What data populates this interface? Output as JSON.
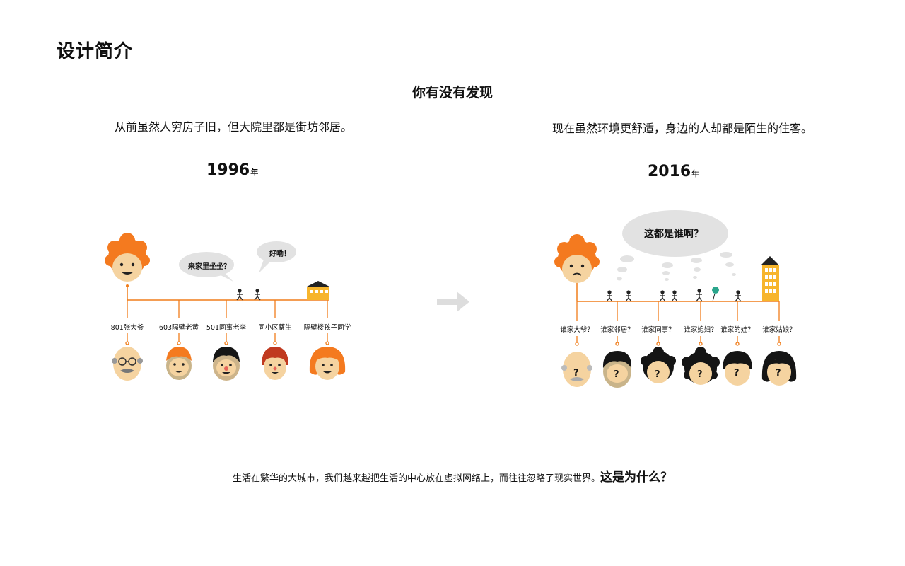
{
  "page_title": "设计简介",
  "heading": "你有没有发现",
  "left": {
    "intro": "从前虽然人穷房子旧，但大院里都是街坊邻居。",
    "year": "1996",
    "year_suffix": "年",
    "bubble_1": "来家里坐坐？",
    "bubble_2": "好嘞！",
    "labels": [
      "801张大爷",
      "603隔壁老黄",
      "501同事老李",
      "同小区蔡生",
      "隔壁楼孩子同学"
    ]
  },
  "right": {
    "intro": "现在虽然环境更舒适，身边的人却都是陌生的住客。",
    "year": "2016",
    "year_suffix": "年",
    "thought": "这都是谁啊？",
    "labels": [
      "谁家大爷？",
      "谁家邻居？",
      "谁家同事？",
      "谁家媳妇？",
      "谁家的娃？",
      "谁家姑娘？"
    ],
    "unknown_mark": "?"
  },
  "footer": {
    "text": "生活在繁华的大城市，我们越来越把生活的中心放在虚拟网络上，而往往忽略了现实世界。",
    "emphasis": "这是为什么？"
  },
  "colors": {
    "orange": "#f07d1a",
    "line": "#f07d1a",
    "skin": "#f5d3a0",
    "hair_orange": "#f47a1f",
    "hair_black": "#151515",
    "house_yellow": "#f7b52c",
    "bubble_gray": "#e2e2e2",
    "arrow_gray": "#dddddd"
  },
  "icons": [
    "avatar-orange-smiling-icon",
    "avatar-orange-frowning-icon",
    "house-icon",
    "building-icon",
    "walking-person-icon",
    "balloon-icon",
    "arrow-right-icon"
  ]
}
